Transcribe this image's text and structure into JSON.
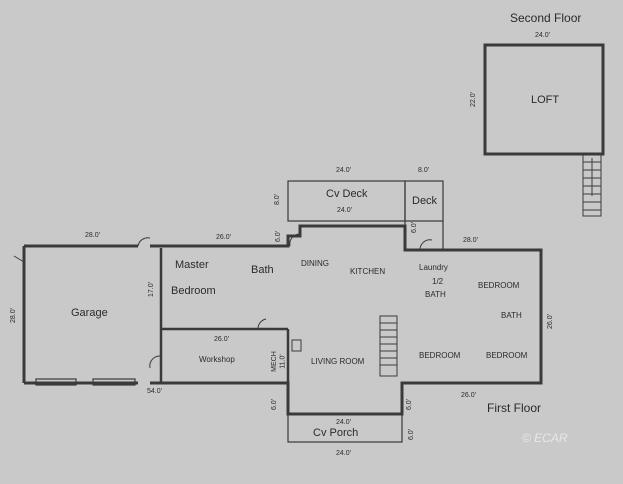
{
  "floors": {
    "second": "Second Floor",
    "first": "First Floor"
  },
  "rooms": {
    "loft": "LOFT",
    "cv_deck": "Cv Deck",
    "deck": "Deck",
    "garage": "Garage",
    "master": "Master",
    "bedroom_master": "Bedroom",
    "bath_master": "Bath",
    "dining": "DINING",
    "kitchen": "KITCHEN",
    "laundry": "Laundry",
    "half": "1/2",
    "half_bath": "BATH",
    "bedroom_ne": "BEDROOM",
    "bath_e": "BATH",
    "bedroom_s1": "BEDROOM",
    "bedroom_s2": "BEDROOM",
    "workshop": "Workshop",
    "mech": "MECH",
    "living": "LIVING ROOM",
    "cv_porch": "Cv Porch"
  },
  "dimensions": {
    "loft_w": "24.0'",
    "loft_h": "22.0'",
    "cvdeck_top": "24.0'",
    "deck_top": "8.0'",
    "cvdeck_inner": "24.0'",
    "cvdeck_h": "8.0'",
    "deck_h": "6.0'",
    "garage_top": "28.0'",
    "master_top": "26.0'",
    "dining_notch": "6.0'",
    "east_top": "28.0'",
    "garage_left": "28.0'",
    "master_h": "17.0'",
    "workshop_top": "26.0'",
    "mech_w": "11.0'",
    "east_h": "26.0'",
    "bottom_left": "54.0'",
    "porch_left": "6.0'",
    "porch_right": "6.0'",
    "porch_right2": "6.0'",
    "bottom_right": "26.0'",
    "porch_top": "24.0'",
    "porch_bottom": "24.0'"
  },
  "watermark": "© ECAR"
}
